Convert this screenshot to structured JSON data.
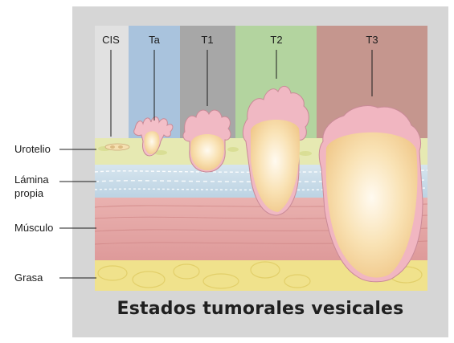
{
  "stages": {
    "cis": "CIS",
    "ta": "Ta",
    "t1": "T1",
    "t2": "T2",
    "t3": "T3"
  },
  "layers": {
    "urotelio": "Urotelio",
    "lamina_line1": "Lámina",
    "lamina_line2": "propia",
    "musculo": "Músculo",
    "grasa": "Grasa"
  },
  "title": "Estados tumorales vesicales",
  "colors": {
    "frame": "#d6d6d6",
    "cis_band": "#dcdcdc",
    "ta_band": "#a9c3dd",
    "t1_band": "#a8a8a8",
    "t2_band": "#b4d5a0",
    "t3_band": "#c79a92",
    "urotelio": "#e7eab4",
    "lamina": "#c9dce8",
    "musculo": "#e4a5a4",
    "grasa": "#f1e48f",
    "tumor": "#f7d9a0",
    "tumor_edge": "#e8aab5"
  },
  "icons": [
    "leader-line",
    "tumor-shape"
  ]
}
